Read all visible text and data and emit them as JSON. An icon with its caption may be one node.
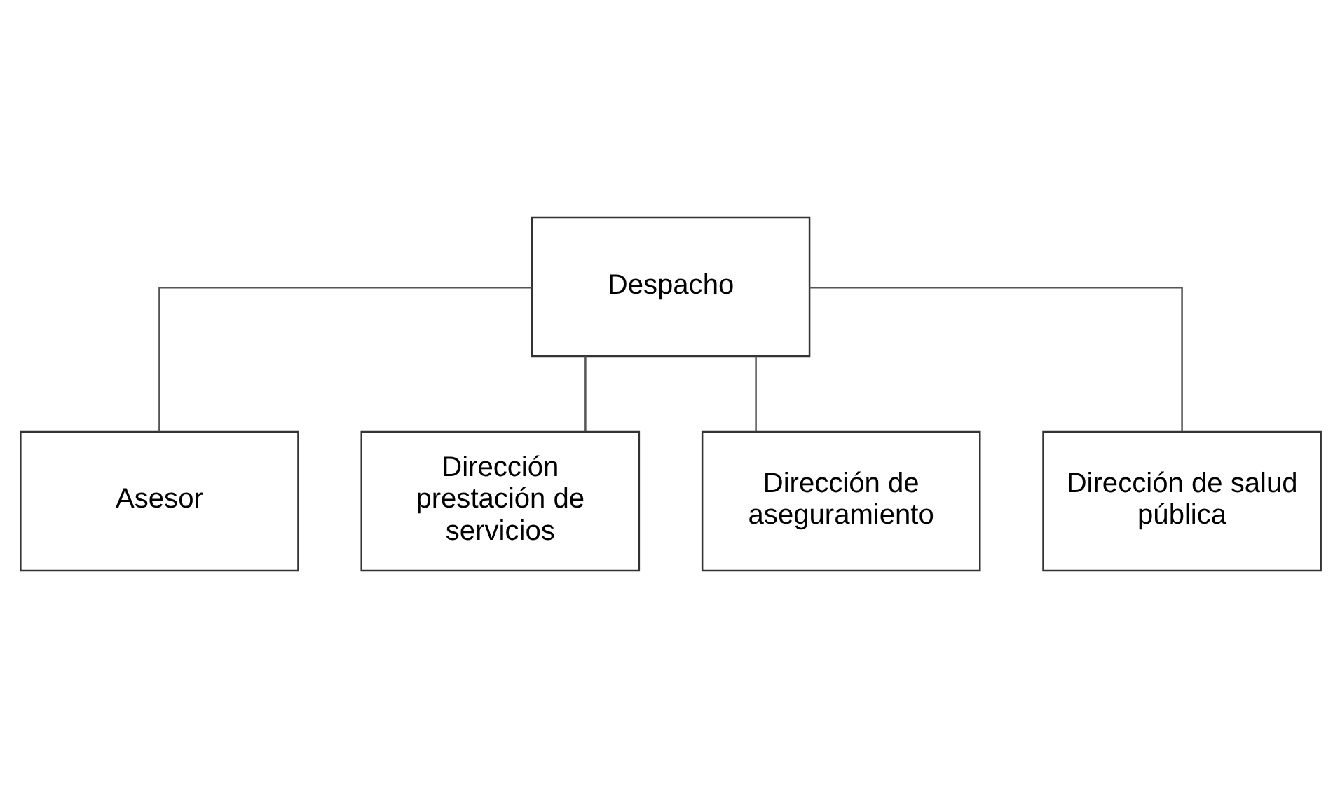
{
  "diagram": {
    "nodes": [
      {
        "text": [
          "Despacho"
        ]
      },
      {
        "text": [
          "Asesor"
        ]
      },
      {
        "text": [
          "Dirección prestación de servicios"
        ]
      },
      {
        "text": [
          "Dirección de aseguramiento"
        ]
      },
      {
        "text": [
          "Dirección de salud pública"
        ]
      }
    ],
    "edges": [
      {
        "from": 0,
        "to": 1,
        "arrow": "none"
      },
      {
        "from": 0,
        "to": 2,
        "arrow": "none"
      },
      {
        "from": 0,
        "to": 3,
        "arrow": "none"
      },
      {
        "from": 0,
        "to": 4,
        "arrow": "none"
      }
    ]
  }
}
